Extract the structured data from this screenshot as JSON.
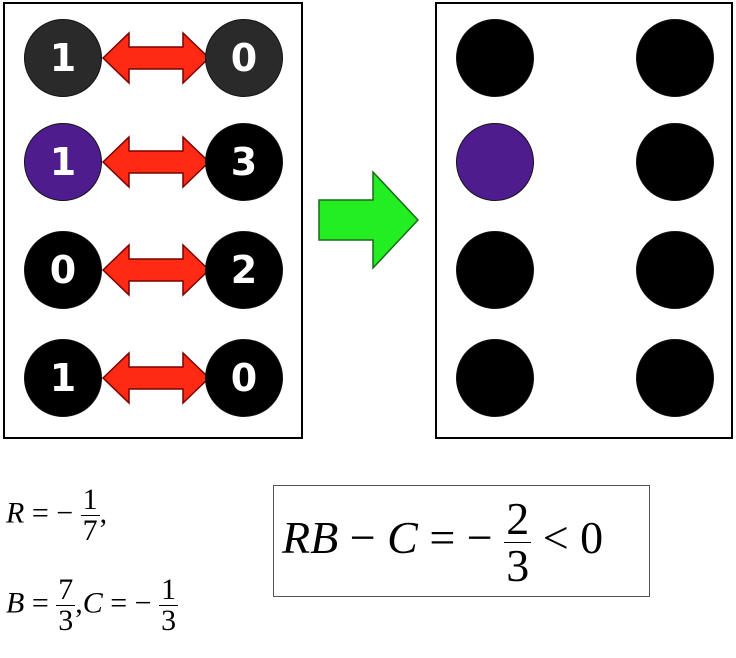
{
  "left_pairs": [
    {
      "left": "1",
      "right": "0",
      "left_color": "#2a2a2a",
      "right_color": "#2a2a2a"
    },
    {
      "left": "1",
      "right": "3",
      "left_color": "#4f1c8e",
      "right_color": "#000000"
    },
    {
      "left": "0",
      "right": "2",
      "left_color": "#000000",
      "right_color": "#000000"
    },
    {
      "left": "1",
      "right": "0",
      "left_color": "#000000",
      "right_color": "#000000"
    }
  ],
  "right_nodes": [
    {
      "left_color": "#000000",
      "right_color": "#000000"
    },
    {
      "left_color": "#4f1c8e",
      "right_color": "#000000"
    },
    {
      "left_color": "#000000",
      "right_color": "#000000"
    },
    {
      "left_color": "#000000",
      "right_color": "#000000"
    }
  ],
  "colors": {
    "double_arrow": "#ff2a14",
    "transition_arrow": "#22ee22",
    "purple": "#4f1c8e"
  },
  "equations": {
    "R_var": "R",
    "R_eq": "= −",
    "R_num": "1",
    "R_den": "7",
    "R_tail": ",",
    "B_var": "B",
    "B_eq": "=",
    "B_num": "7",
    "B_den": "3",
    "B_sep": ",",
    "C_var": "C",
    "C_eq": "= −",
    "C_num": "1",
    "C_den": "3",
    "result_lhs": "RB",
    "result_minus": "−",
    "result_C": "C",
    "result_eq": "= −",
    "result_num": "2",
    "result_den": "3",
    "result_tail": "< 0"
  }
}
